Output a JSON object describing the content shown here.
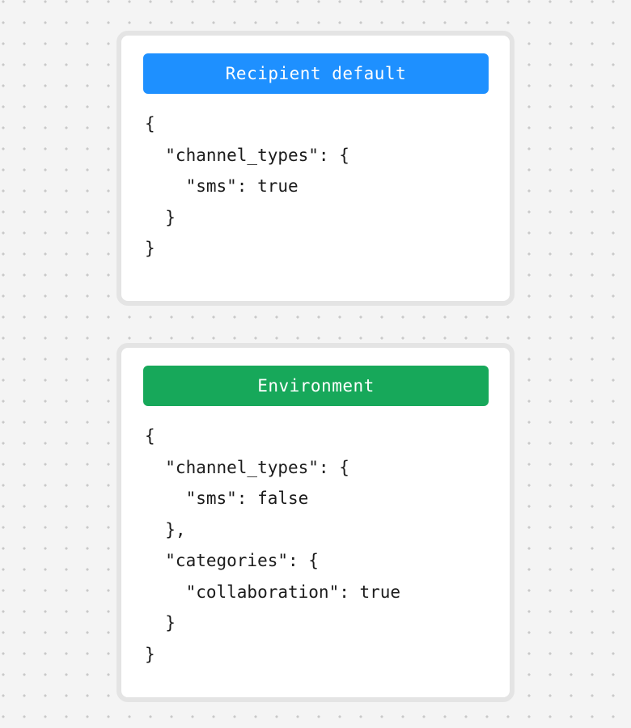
{
  "background": {
    "color": "#f4f4f4",
    "dot_color": "#c9c9c9",
    "pattern": "dot-grid"
  },
  "cards": [
    {
      "name": "recipient-default",
      "header_label": "Recipient default",
      "header_color": "#1e90ff",
      "code_lines": [
        "{",
        "  \"channel_types\": {",
        "    \"sms\": true",
        "  }",
        "}"
      ]
    },
    {
      "name": "environment",
      "header_label": "Environment",
      "header_color": "#17a85a",
      "code_lines": [
        "{",
        "  \"channel_types\": {",
        "    \"sms\": false",
        "  },",
        "  \"categories\": {",
        "    \"collaboration\": true",
        "  }",
        "}"
      ]
    }
  ]
}
